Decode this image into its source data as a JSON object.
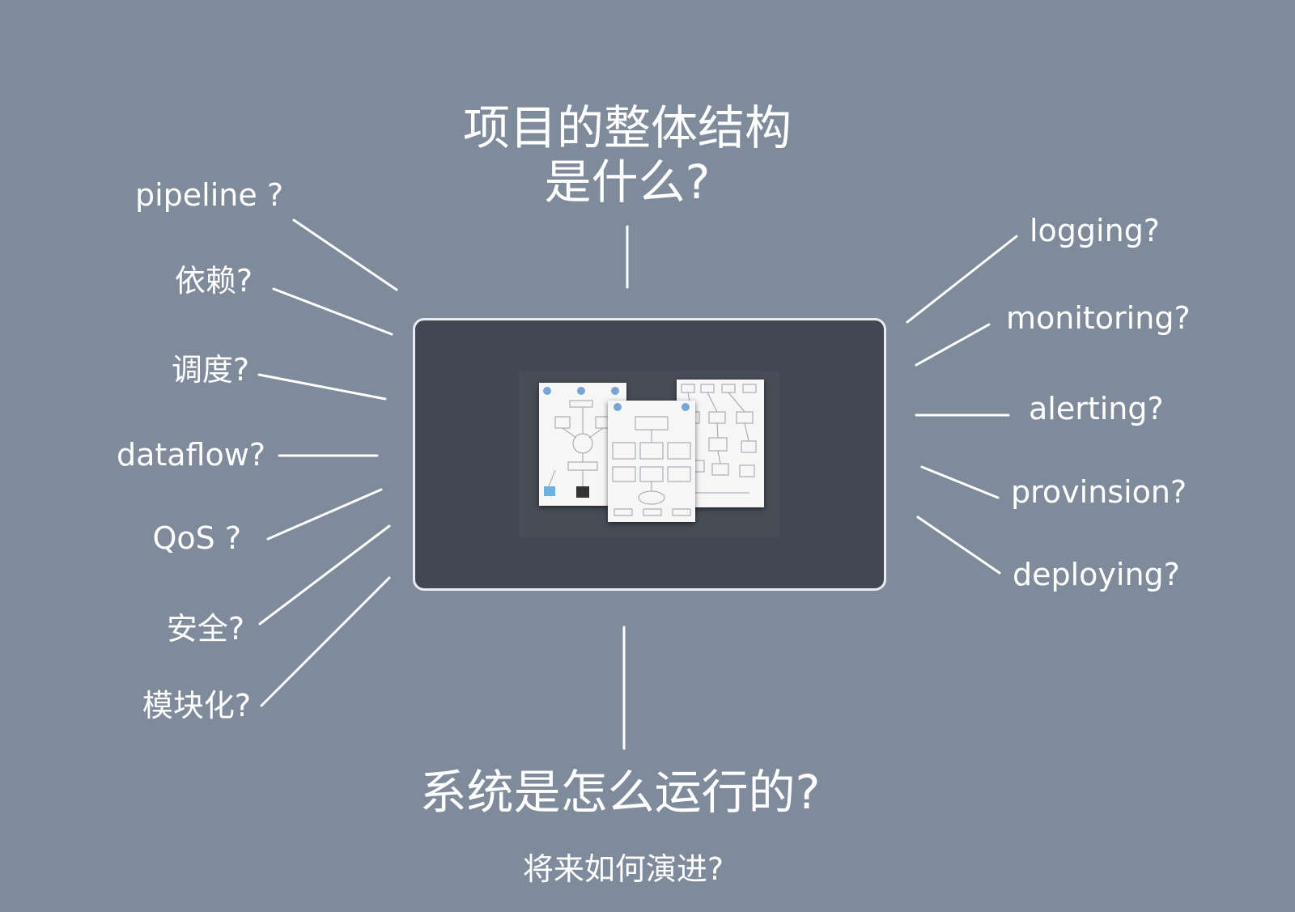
{
  "title": {
    "line1": "项目的整体结构",
    "line2": "是什么?"
  },
  "left_questions": [
    "pipeline ?",
    "依赖?",
    "调度?",
    "dataflow?",
    "QoS ?",
    "安全?",
    "模块化?"
  ],
  "right_questions": [
    "logging?",
    "monitoring?",
    "alerting?",
    "provinsion?",
    "deploying?"
  ],
  "bottom_title": "系统是怎么运行的?",
  "bottom_subtitle": "将来如何演进?",
  "colors": {
    "background": "#7f8a9a",
    "panel": "#414853",
    "lines": "#ffffff"
  }
}
